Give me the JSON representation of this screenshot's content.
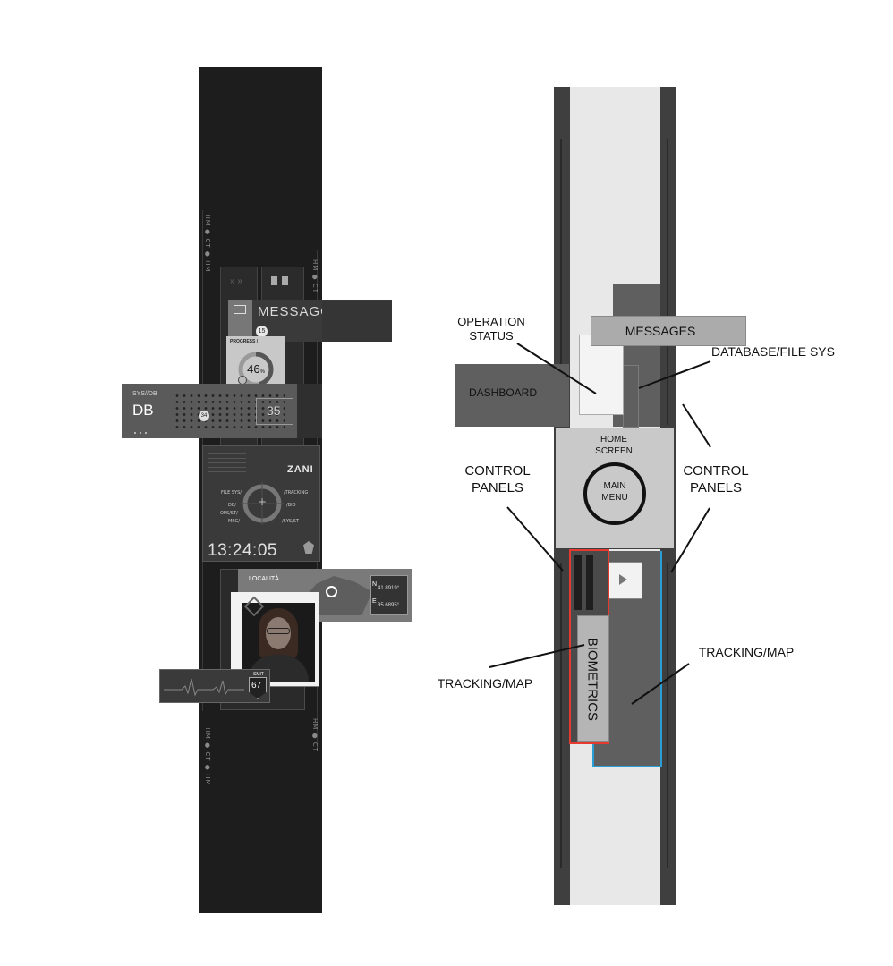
{
  "left": {
    "side_labels": {
      "top_left": "HM ● CT ● HM",
      "top_right": "HM ● CT",
      "mid_right": "CT",
      "bottom_left": "HM ● CT ● HM",
      "bottom_right": "HM ● CT"
    },
    "messages": {
      "title": "MESSAGGI",
      "badge": "15",
      "icon": "envelope-icon"
    },
    "progress": {
      "label": "PROGRESS /",
      "value": "46",
      "unit": "%",
      "percent": 46
    },
    "database": {
      "small": "SYS//DB",
      "title": "DB",
      "badge": "34",
      "counter": "35"
    },
    "home": {
      "brand": "ZANI",
      "menu_items": [
        "FILE SYS/",
        "DB/",
        "OPS/ST/",
        "MSG/",
        "/TRACKING",
        "/BIO",
        "/SYS/ST"
      ],
      "plus": "+",
      "time": "13:24:05"
    },
    "map": {
      "title": "LOCALITÀ",
      "n_label": "N",
      "n_value": "41.8919°",
      "e_label": "E",
      "e_value": "35.6895°"
    },
    "bio": {
      "label": "SMIT",
      "value": "67"
    }
  },
  "right": {
    "messages_label": "MESSAGES",
    "dashboard_label": "DASHBOARD",
    "home_line1": "HOME",
    "home_line2": "SCREEN",
    "main_line1": "MAIN",
    "main_line2": "MENU",
    "biometrics_label": "BIOMETRICS",
    "callouts": {
      "operation_status_1": "OPERATION",
      "operation_status_2": "STATUS",
      "database_file_sys": "DATABASE/FILE SYS",
      "control_panels_left_1": "CONTROL",
      "control_panels_left_2": "PANELS",
      "control_panels_right_1": "CONTROL",
      "control_panels_right_2": "PANELS",
      "tracking_map_left": "TRACKING/MAP",
      "tracking_map_right": "TRACKING/MAP"
    },
    "colors": {
      "biometrics_outline": "#e53a2f",
      "tracking_outline": "#2a9fd6"
    }
  }
}
